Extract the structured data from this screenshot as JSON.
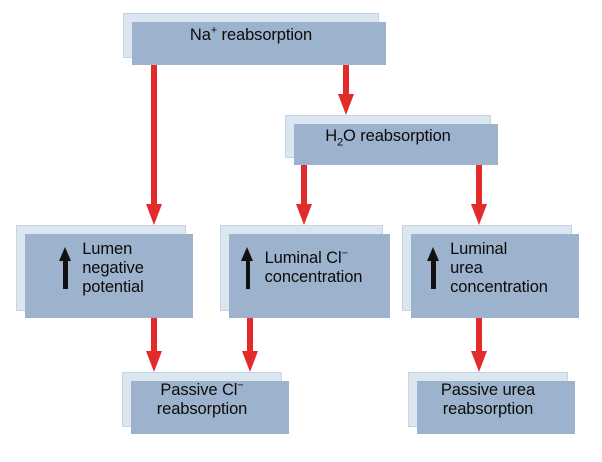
{
  "diagram": {
    "title": "Na+ reabsorption flowchart",
    "colors": {
      "box_fill": "#dce6f1",
      "box_border": "#c6d4e6",
      "box_shadow": "#9db2cc",
      "arrow_red": "#e42b2b",
      "arrow_black": "#111111",
      "text": "#0b0b0b",
      "background": "#ffffff"
    },
    "nodes": {
      "na_reabsorption": {
        "label": "Na+ reabsorption",
        "label_html": "Na<sup>+</sup> reabsorption",
        "has_up_arrow": false
      },
      "h2o_reabsorption": {
        "label": "H2O reabsorption",
        "label_html": "H<sub>2</sub>O reabsorption",
        "has_up_arrow": false
      },
      "lumen_negative_potential": {
        "label": "Lumen negative potential",
        "label_html": "Lumen\nnegative\npotential",
        "has_up_arrow": true
      },
      "luminal_cl_concentration": {
        "label": "Luminal Cl- concentration",
        "label_html": "Luminal Cl<sup>−</sup>\nconcentration",
        "has_up_arrow": true
      },
      "luminal_urea_concentration": {
        "label": "Luminal urea concentration",
        "label_html": "Luminal\nurea\nconcentration",
        "has_up_arrow": true
      },
      "passive_cl_reabsorption": {
        "label": "Passive Cl- reabsorption",
        "label_html": "Passive Cl<sup>−</sup>\nreabsorption",
        "has_up_arrow": false
      },
      "passive_urea_reabsorption": {
        "label": "Passive urea reabsorption",
        "label_html": "Passive urea\nreabsorption",
        "has_up_arrow": false
      }
    },
    "edges": [
      {
        "from": "na_reabsorption",
        "to": "lumen_negative_potential"
      },
      {
        "from": "na_reabsorption",
        "to": "h2o_reabsorption"
      },
      {
        "from": "h2o_reabsorption",
        "to": "luminal_cl_concentration"
      },
      {
        "from": "h2o_reabsorption",
        "to": "luminal_urea_concentration"
      },
      {
        "from": "lumen_negative_potential",
        "to": "passive_cl_reabsorption"
      },
      {
        "from": "luminal_cl_concentration",
        "to": "passive_cl_reabsorption"
      },
      {
        "from": "luminal_urea_concentration",
        "to": "passive_urea_reabsorption"
      }
    ],
    "caption": ""
  }
}
